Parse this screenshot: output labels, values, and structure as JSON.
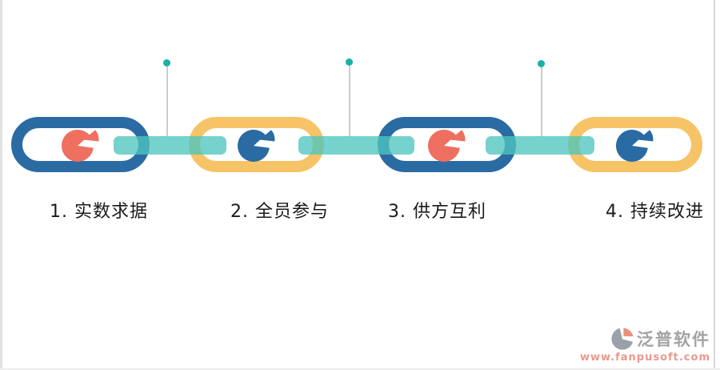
{
  "diagram": {
    "title_hint": "four-step chain infographic",
    "colors": {
      "capsule_blue": "#2a6ba3",
      "capsule_yellow": "#f6c366",
      "pie_salmon": "#ef6f60",
      "pie_blue": "#2a6ba3",
      "chain_bar_teal": "rgba(78,197,190,0.78)",
      "connector_dot_teal": "#18b2a8",
      "connector_line_gray": "#cccccc",
      "page_edge_gray": "#e3e3e3"
    },
    "steps": [
      {
        "label": "1. 实数求据",
        "capsule_color": "blue",
        "icon": "pie-chart-icon",
        "icon_color": "salmon"
      },
      {
        "label": "2. 全员参与",
        "capsule_color": "yellow",
        "icon": "pie-chart-icon",
        "icon_color": "blue"
      },
      {
        "label": "3. 供方互利",
        "capsule_color": "blue",
        "icon": "pie-chart-icon",
        "icon_color": "salmon"
      },
      {
        "label": "4. 持续改进",
        "capsule_color": "yellow",
        "icon": "pie-chart-icon",
        "icon_color": "blue"
      }
    ],
    "connector_count": 3
  },
  "watermark": {
    "brand": "泛普软件",
    "url": "www.fanpusoft.com",
    "brand_color": "#a3a3a3",
    "url_color": "#e9998f"
  }
}
